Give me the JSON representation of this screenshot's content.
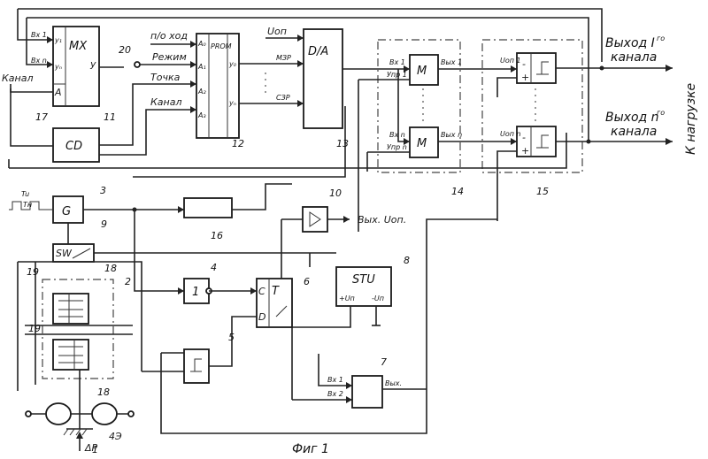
{
  "colors": {
    "ink": "#1a1a1a",
    "paper": "#ffffff"
  },
  "blocks": {
    "mx": "MX",
    "cd": "CD",
    "prom": "PROM",
    "da": "D/A",
    "g": "G",
    "sw": "SW",
    "stu": "STU",
    "inv": "1",
    "t_c": "C",
    "t_t": "T",
    "t_d": "D",
    "m1": "M",
    "mn": "M"
  },
  "labels": {
    "vx1_mx": "Bx 1",
    "vxn_mx": "Bx n",
    "y1": "y₁",
    "yn": "yₙ",
    "a_mx": "A",
    "y_mx": "y",
    "kanal_left": "Канал",
    "p_o_xod": "п/о ход",
    "rezhim": "Режим",
    "tochka": "Точка",
    "kanal_prom": "Канал",
    "a0": "A₀",
    "a1": "A₁",
    "a2": "A₂",
    "a3": "A₃",
    "prom_y0": "y₀",
    "prom_yn": "yₙ",
    "uon": "Uоп",
    "mzr": "МЗР",
    "szr": "СЗР",
    "m_vx1": "Bx 1",
    "m_yp1": "Упр 1",
    "m_vyx1": "Bых 1",
    "m_vxn": "Bx n",
    "m_ypn": "Упр n",
    "m_vyxn": "Bых n",
    "uon1": "Uоп 1",
    "uonn": "Uоп n",
    "minus1": "-",
    "plus1": "+",
    "minusn": "-",
    "plusn": "+",
    "out1_a": "Выход I",
    "out1_sup": "го",
    "out1_b": "канала",
    "outn_a": "Выход n",
    "outn_sup": "го",
    "outn_b": "канала",
    "load": "К нагрузке",
    "vyx_uon": "Bых. Uоп.",
    "stu_plus": "+Uп",
    "stu_minus": "-Uп",
    "s7_vx1": "Bx 1",
    "s7_vx2": "Bx 2",
    "s7_vyx": "Bых.",
    "tu": "Tu",
    "tn": "Tн",
    "sensor": "4Э",
    "dp": "ΔP",
    "caption": "Фиг 1"
  },
  "numbers": {
    "n1": "1",
    "n2": "2",
    "n3": "3",
    "n4": "4",
    "n5": "5",
    "n6": "6",
    "n7": "7",
    "n8": "8",
    "n9": "9",
    "n10": "10",
    "n11": "11",
    "n12": "12",
    "n13": "13",
    "n14": "14",
    "n15": "15",
    "n16": "16",
    "n17": "17",
    "n18a": "18",
    "n18b": "18",
    "n19a": "19",
    "n19b": "19",
    "n20": "20"
  }
}
